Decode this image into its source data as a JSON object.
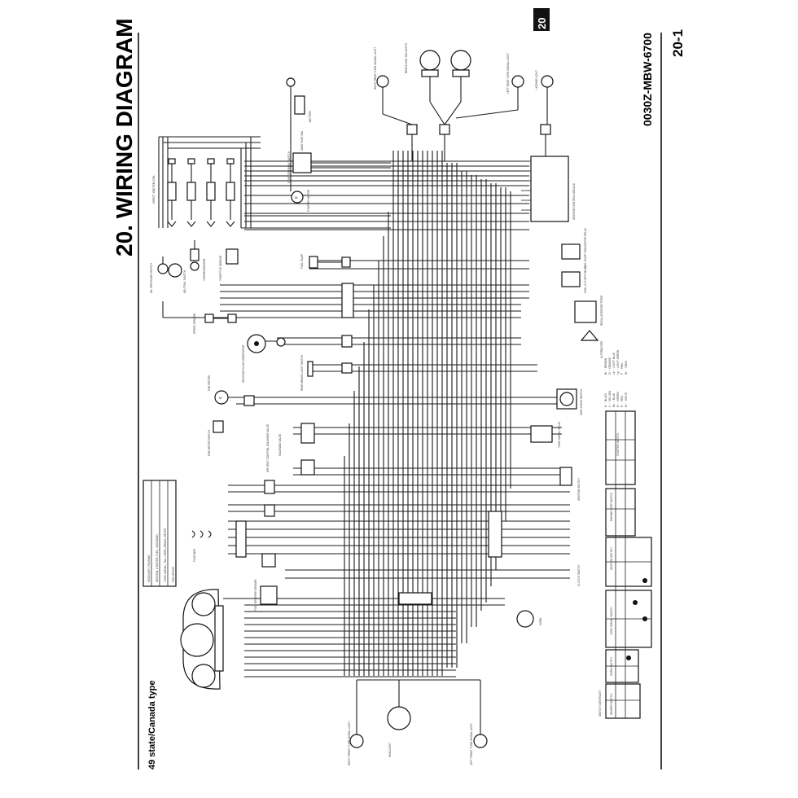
{
  "page": {
    "title": "20. WIRING DIAGRAM",
    "page_number": "20-1",
    "tab_label": "20",
    "document_code": "0030Z-MBW-6700",
    "variant": "49 state/Canada type"
  },
  "components": {
    "ignition_coils": "DIRECT IGNITION COIL",
    "oil_pressure_switch": "OIL PRESSURE SWITCH",
    "neutral_switch": "NEUTRAL SWITCH",
    "thermosensor": "THERMOSENSOR",
    "throttle_sensor": "THROTTLE SENSOR",
    "speed_sensor": "SPEED SENSOR",
    "ignition_pulse_generator": "IGNITION PULSE GENERATOR",
    "fan_motor": "FAN MOTOR",
    "fan_motor_switch": "FAN MOTOR SWITCH",
    "battery": "BATTERY",
    "main_fuse": "MAIN FUSE 30A",
    "starter_relay": "STARTER RELAY SWITCH",
    "starter_motor": "STARTER MOTOR",
    "fuel_pump": "FUEL PUMP",
    "rear_brake_light_switch": "REAR BRAKE LIGHT SWITCH",
    "solenoid_valve": "SOLENOID VALVE",
    "air_vent_control": "AIR VENT CONTROL SOLENOID VALVE",
    "ignition_control_module": "IGNITION CONTROL MODULE",
    "fuel_cut_off_relay": "FUEL CUT-OFF RELAY",
    "fuel_pump_relay": "FUEL PUMP TRANSISTER RELAY",
    "regulator_rectifier": "REGULATOR/RECTIFIER",
    "alternator": "ALTERNATOR",
    "side_stand_switch": "SIDE STAND SWITCH",
    "turn_signal_relay": "TURN SIGNAL RELAY",
    "ignition_switch": "IGNITION SWITCH",
    "clutch_switch": "CLUTCH SWITCH",
    "horn": "HORN",
    "headlight": "HEADLIGHT",
    "fuel_reserve_sensor": "FUEL RESERVE SENSOR",
    "right_rear_turn": "RIGHT REAR TURN SIGNAL LIGHT",
    "brake_tail": "BRAKE AND TAILLIGHTS",
    "left_rear_turn": "LEFT REAR TURN SIGNAL LIGHT",
    "license_light": "LICENSE LIGHT",
    "rf_turn": "RIGHT FRONT TURN SIGNAL LIGHT",
    "lf_turn": "LEFT FRONT TURN SIGNAL LIGHT"
  },
  "color_legend": {
    "left": [
      "B ··· BLACK",
      "Y ··· YELLOW",
      "Bu ··· BLUE",
      "G ··· GREEN",
      "R ··· RED",
      "W ··· WHITE"
    ],
    "right": [
      "Br ··· BROWN",
      "O ··· ORANGE",
      "Lb ··· LIGHT BLUE",
      "Lg ··· LIGHT GREEN",
      "P ··· PINK",
      "Gr ··· GRAY"
    ]
  },
  "fuse_box": {
    "label": "FUSE BOX",
    "rows": [
      "HEADLIGHT, PASSING",
      "IGNITION, STARTER, FUEL, SOLENOID",
      "TURN SIGNAL, TAIL, HORN, BRAKE, METER",
      "FAN MOTOR"
    ]
  },
  "switch_tables": {
    "starter": "STARTER SWITCH",
    "engine_stop": "ENGINE STOP SWITCH",
    "ignition": "IGNITION SWITCH",
    "turn": "TURN SIGNAL SWITCH",
    "horn": "HORN SWITCH",
    "dimmer": "DIMMER SWITCH",
    "continuity": "SWITCH CONTINUITY"
  },
  "colors": {
    "ink": "#111111",
    "paper": "#ffffff",
    "tab_bg": "#111111"
  }
}
